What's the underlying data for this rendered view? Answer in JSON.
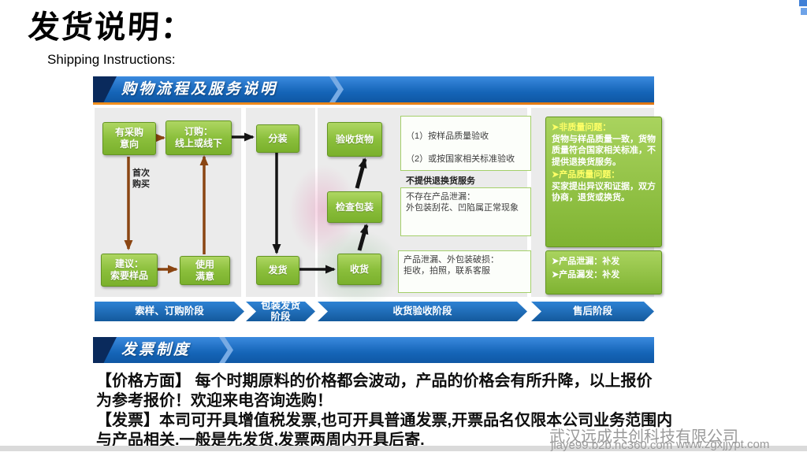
{
  "page": {
    "title": "发货说明：",
    "subtitle": "Shipping Instructions:"
  },
  "flow": {
    "header": "购物流程及服务说明",
    "nodes": {
      "intent": "有采购\n意向",
      "order": "订购：\n线上或线下",
      "first_buy": "首次\n购买",
      "suggest": "建议：\n索要样品",
      "satisfied": "使用\n满意",
      "pack": "分装",
      "ship": "发货",
      "inspect": "验收货物",
      "check": "检查包装",
      "receive": "收货"
    },
    "notes": {
      "inspect_1": "（1）按样品质量验收",
      "inspect_2": "（2）或按国家相关标准验收",
      "inspect_3": "不提供退换货服务",
      "check_note": "不存在产品泄漏：\n外包装刮花、凹陷属正常现象",
      "receive_note": "产品泄漏、外包装破损：\n拒收，拍照，联系客服"
    },
    "aftersale": {
      "q1_title": "➤非质量问题：",
      "q1_body": "货物与样品质量一致，货物质量符合国家相关标准，不提供退换货服务。",
      "q2_title": "➤产品质量问题：",
      "q2_body": "买家提出异议和证据，双方协商，退货或换货。",
      "leak": "➤产品泄漏：补发",
      "short_ship": "➤产品漏发：补发"
    },
    "stages": [
      "索样、订购阶段",
      "包装发货\n阶段",
      "收货验收阶段",
      "售后阶段"
    ]
  },
  "invoice": {
    "header": "发票制度",
    "lines": [
      "【价格方面】 每个时期原料的价格都会波动，产品的价格会有所升降，以上报价",
      "为参考报价！欢迎来电咨询选购！",
      "【发票】本司可开具增值税发票,也可开具普通发票,开票品名仅限本公司业务范围内",
      "与产品相关.一般是先发货,发票两周内开具后寄."
    ]
  },
  "watermark": {
    "company": "武汉远成共创科技有限公司",
    "site": "www.zgxjjypt.com",
    "shop": "jiaye99.b2b.hc360.com"
  },
  "colors": {
    "banner_blue": "#1565b8",
    "accent_orange": "#e8821e",
    "node_green": "#8bbf3c",
    "stage_blue": "#13599c"
  }
}
